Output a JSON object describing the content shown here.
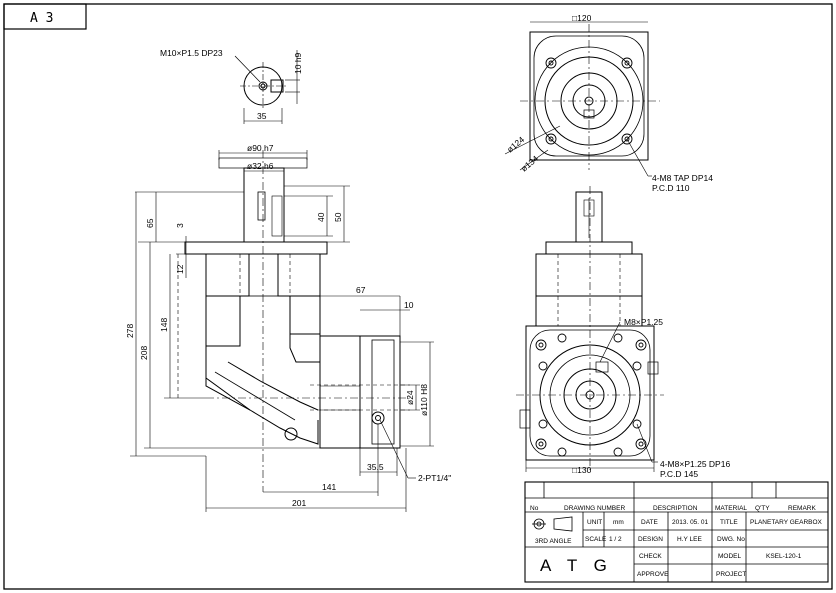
{
  "sheet": {
    "size_label": "A 3"
  },
  "top_shaft_detail": {
    "thread_label": "M10×P1.5 DP23",
    "key_width_label": "10 h9",
    "width_label": "35"
  },
  "side_view": {
    "flange_dia": "ø90 h7",
    "shaft_dia": "ø32 h6",
    "key_len_40": "40",
    "shaft_len_50": "50",
    "dim_65": "65",
    "dim_3": "3",
    "dim_12": "12",
    "dim_148": "148",
    "dim_208": "208",
    "dim_278": "278",
    "dim_67": "67",
    "dim_10": "10",
    "dim_24": "ø24",
    "dim_110": "ø110 H8",
    "dim_35_5": "35.5",
    "dim_141": "141",
    "dim_201": "201",
    "plug_label": "2-PT1/4\""
  },
  "front_view_top": {
    "square_120": "□120",
    "dia_124": "ø124",
    "dia_134": "ø134",
    "tap_label": "4-M8 TAP DP14",
    "pcd_label": "P.C.D 110"
  },
  "front_view_bottom": {
    "thread_label": "M8×P1.25",
    "square_130": "□130",
    "bolt_label": "4-M8×P1.25 DP16",
    "pcd_label": "P.C.D 145"
  },
  "title_block": {
    "headers": [
      "No",
      "DRAWING NUMBER",
      "DESCRIPTION",
      "MATERIAL",
      "Q'TY",
      "REMARK"
    ],
    "angle_label": "3RD ANGLE",
    "unit_label": "UNIT",
    "unit_value": "mm",
    "scale_label": "SCALE",
    "scale_value": "1 / 2",
    "date_label": "DATE",
    "date_value": "2013. 05. 01",
    "design_label": "DESIGN",
    "design_value": "H.Y LEE",
    "check_label": "CHECK",
    "approve_label": "APPROVE",
    "title_label": "TITLE",
    "title_value": "PLANETARY GEARBOX",
    "dwg_label": "DWG. No",
    "model_label": "MODEL",
    "model_value": "KSEL-120-1",
    "project_label": "PROJECT",
    "company": "A T G"
  }
}
